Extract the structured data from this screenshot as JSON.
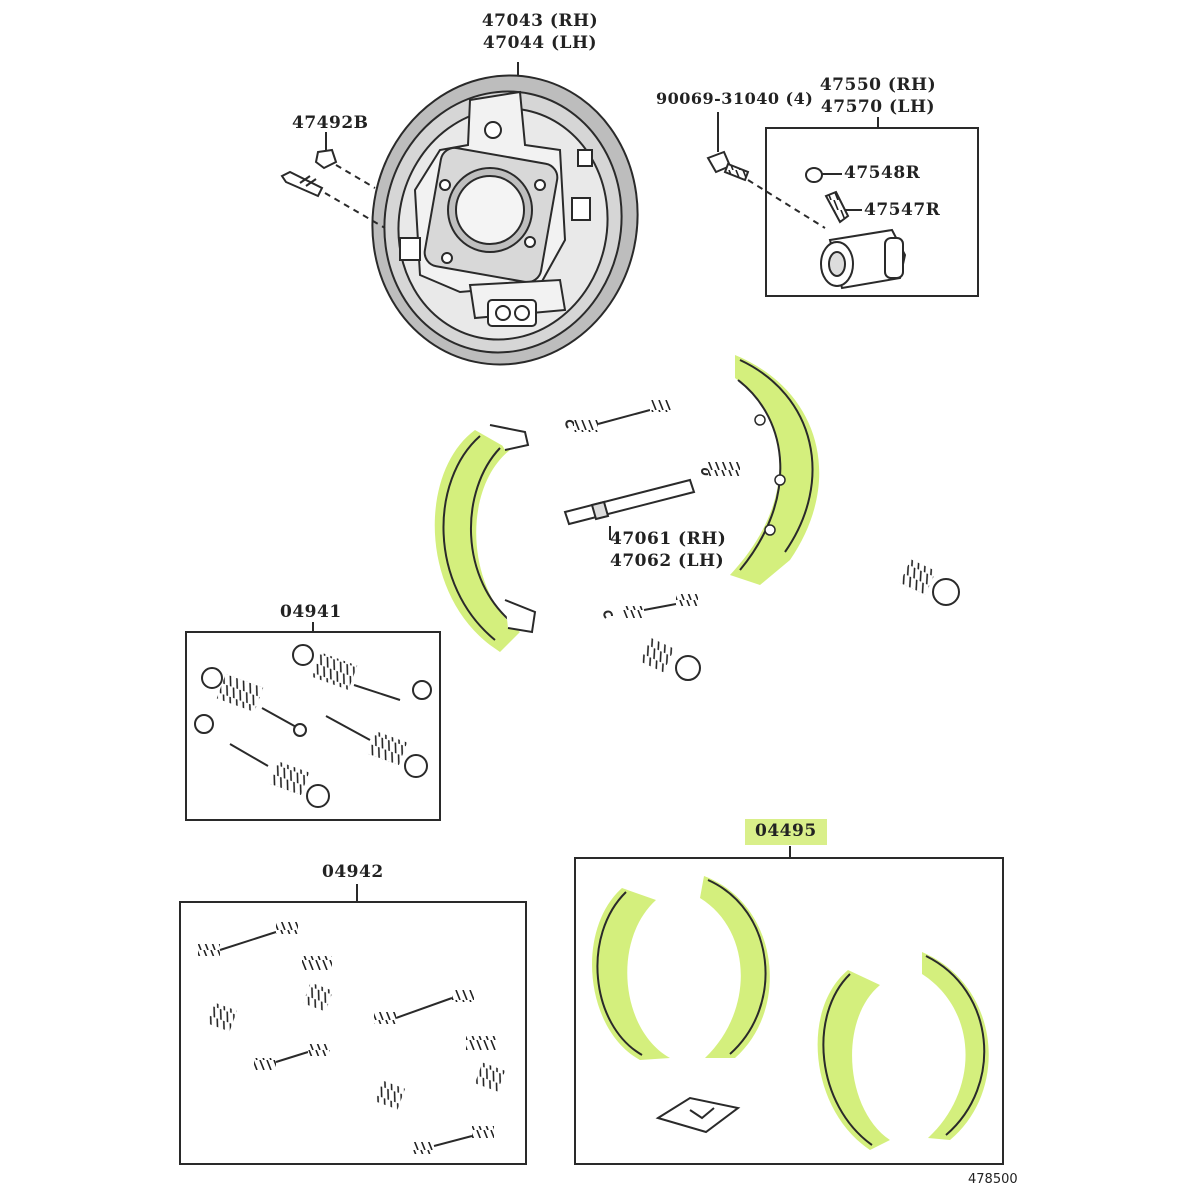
{
  "colors": {
    "highlight": "#d4ef7d",
    "highlight_dark": "#c6e35f",
    "line": "#2a2a2a",
    "plate_fill": "#cfcfcf",
    "plate_inner": "#e4e4e4"
  },
  "parts": {
    "backing_plate": {
      "rh": "47043 (RH)",
      "lh": "47044 (LH)"
    },
    "nut": "47492B",
    "bolt": "90069-31040 (4)",
    "wheel_cylinder": {
      "rh": "47550 (RH)",
      "lh": "47570 (LH)"
    },
    "cap": "47548R",
    "bleeder": "47547R",
    "adjuster": {
      "rh": "47061 (RH)",
      "lh": "47062 (LH)"
    },
    "hold_down_kit": "04941",
    "spring_kit": "04942",
    "shoe_kit": "04495"
  },
  "footer": {
    "diagram_number": "478500"
  }
}
